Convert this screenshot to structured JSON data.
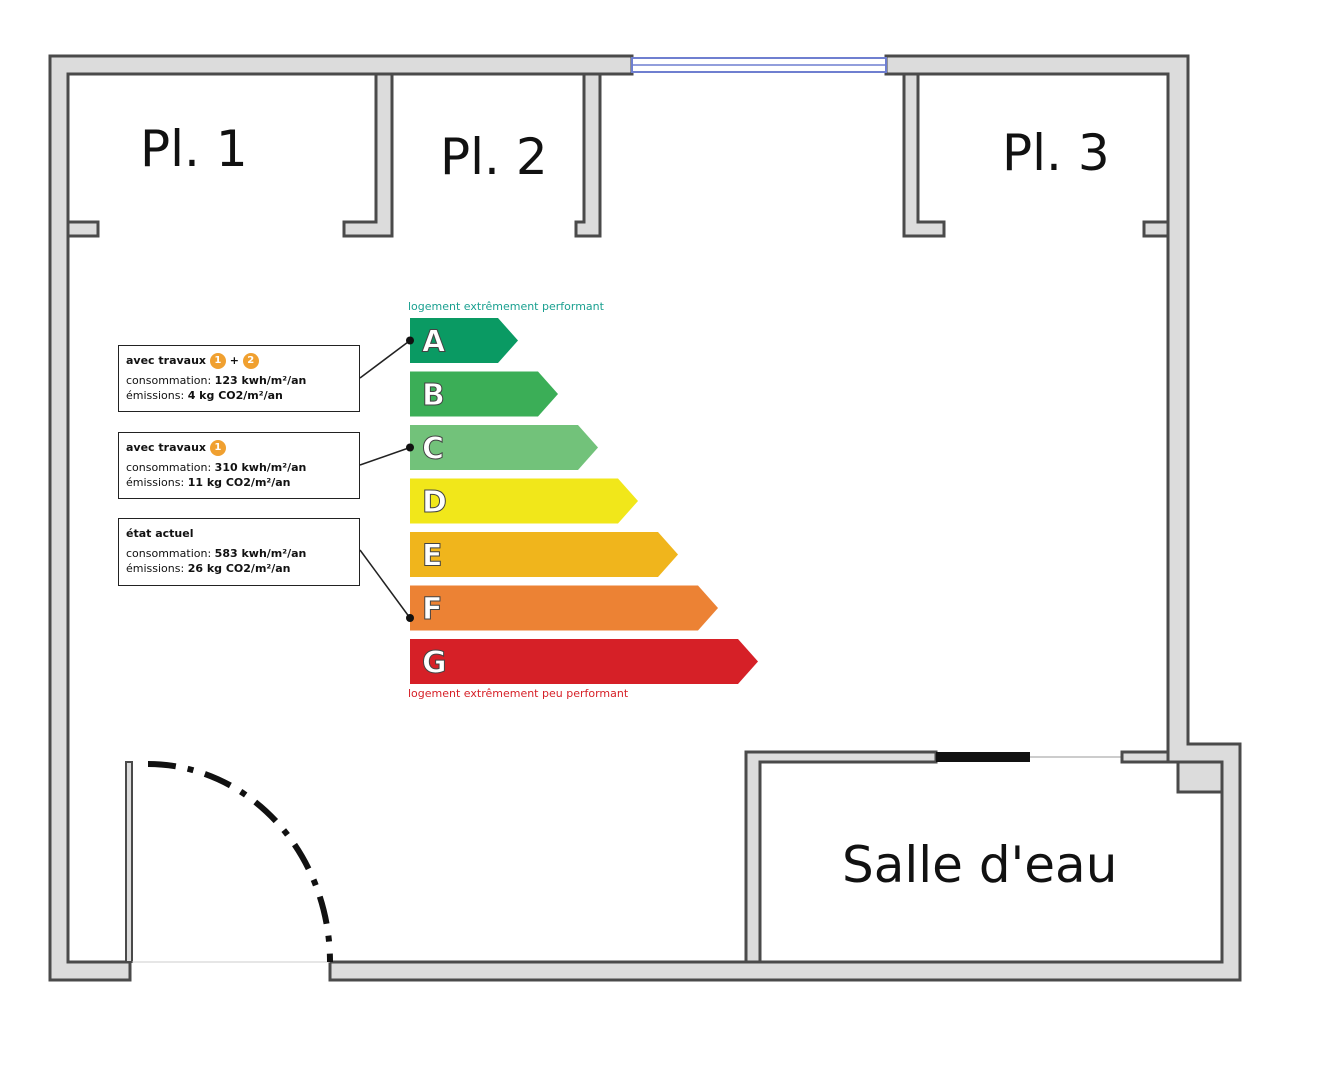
{
  "rooms": {
    "pl1": "Pl. 1",
    "pl2": "Pl. 2",
    "pl3": "Pl. 3",
    "salle_eau": "Salle d'eau"
  },
  "dpe": {
    "top_caption": "logement extrêmement performant",
    "bottom_caption": "logement extrêmement peu performant",
    "classes": [
      {
        "letter": "A",
        "color": "#0a9a63"
      },
      {
        "letter": "B",
        "color": "#3bae57"
      },
      {
        "letter": "C",
        "color": "#72c27a"
      },
      {
        "letter": "D",
        "color": "#f1e71a"
      },
      {
        "letter": "E",
        "color": "#f0b51c"
      },
      {
        "letter": "F",
        "color": "#ec8234"
      },
      {
        "letter": "G",
        "color": "#d62027"
      }
    ]
  },
  "scenarios": [
    {
      "title": "avec travaux",
      "badges": [
        "1",
        "2"
      ],
      "badge_join": "+",
      "consumption_label": "consommation:",
      "consumption_value": "123 kwh/m²/an",
      "emissions_label": "émissions:",
      "emissions_value": "4 kg CO2/m²/an",
      "class": "A"
    },
    {
      "title": "avec travaux",
      "badges": [
        "1"
      ],
      "badge_join": "",
      "consumption_label": "consommation:",
      "consumption_value": "310 kwh/m²/an",
      "emissions_label": "émissions:",
      "emissions_value": "11 kg CO2/m²/an",
      "class": "C"
    },
    {
      "title": "état actuel",
      "badges": [],
      "badge_join": "",
      "consumption_label": "consommation:",
      "consumption_value": "583 kwh/m²/an",
      "emissions_label": "émissions:",
      "emissions_value": "26 kg CO2/m²/an",
      "class": "F"
    }
  ],
  "colors": {
    "wall_fill": "#dcdcdc",
    "wall_stroke": "#4a4a4a",
    "window": "#6f7fd0",
    "top_caption_color": "#1aa090",
    "bottom_caption_color": "#d62027"
  }
}
